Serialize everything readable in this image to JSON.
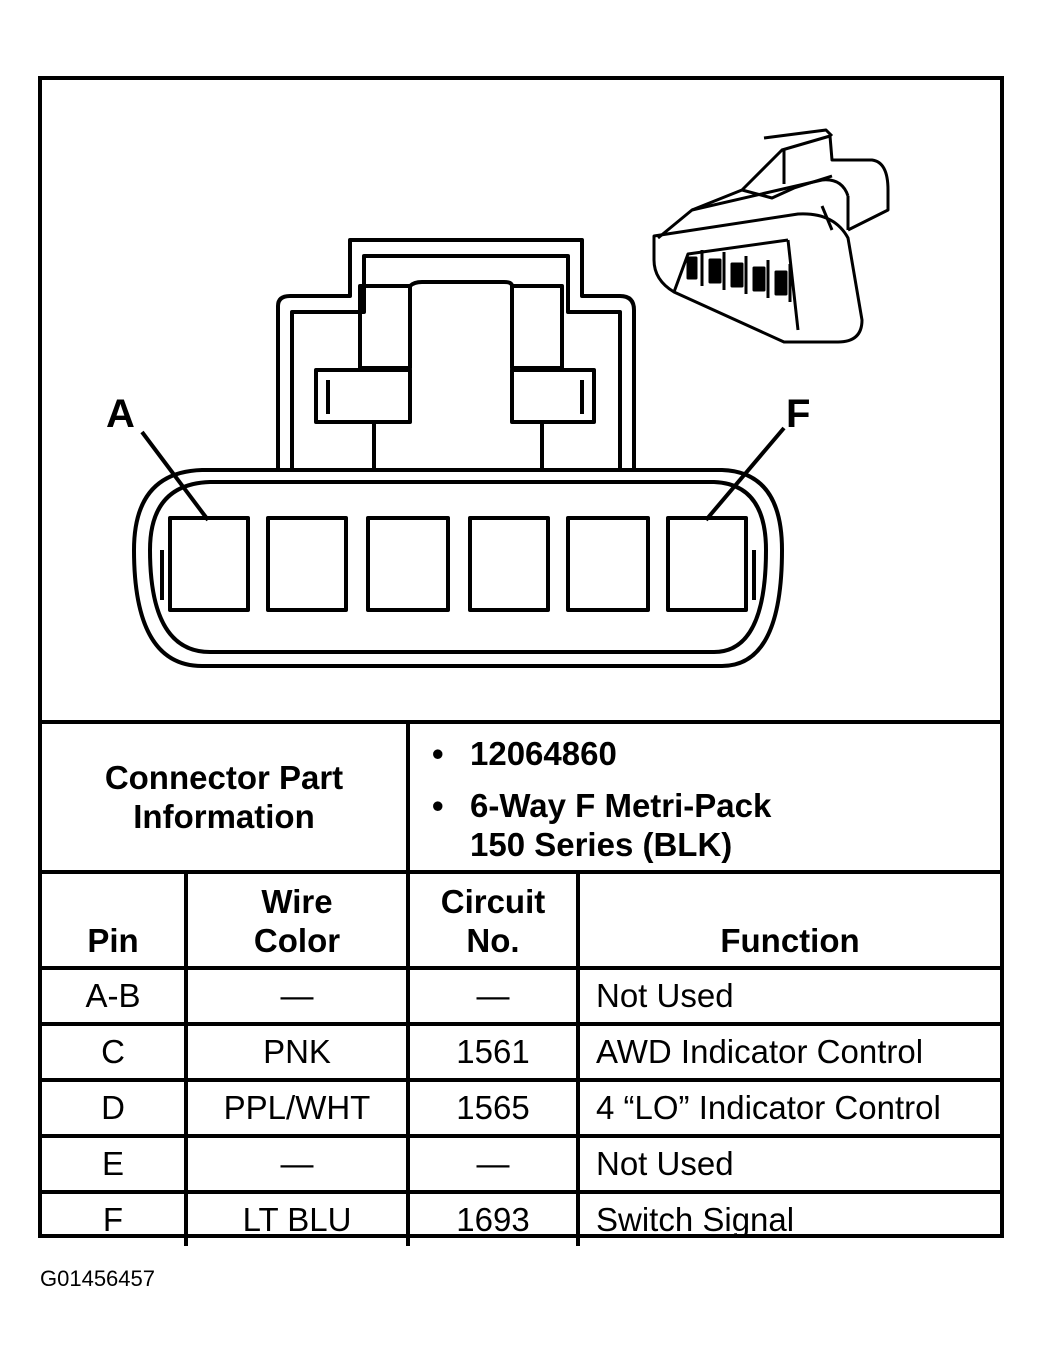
{
  "pin_labels": {
    "left": "A",
    "right": "F"
  },
  "connector_info": {
    "label_line1": "Connector Part",
    "label_line2": "Information",
    "bullet": "•",
    "part_number": "12064860",
    "description_line1": "6-Way F Metri-Pack",
    "description_line2": "150 Series (BLK)"
  },
  "table": {
    "headers": {
      "pin": "Pin",
      "wire_color_line1": "Wire",
      "wire_color_line2": "Color",
      "circuit_line1": "Circuit",
      "circuit_line2": "No.",
      "function": "Function"
    },
    "rows": [
      {
        "pin": "A-B",
        "wire_color": "—",
        "circuit": "—",
        "function": "Not Used"
      },
      {
        "pin": "C",
        "wire_color": "PNK",
        "circuit": "1561",
        "function": "AWD Indicator Control"
      },
      {
        "pin": "D",
        "wire_color": "PPL/WHT",
        "circuit": "1565",
        "function": "4 “LO” Indicator Control"
      },
      {
        "pin": "E",
        "wire_color": "—",
        "circuit": "—",
        "function": "Not Used"
      },
      {
        "pin": "F",
        "wire_color": "LT BLU",
        "circuit": "1693",
        "function": "Switch Signal"
      }
    ]
  },
  "figure_id": "G01456457"
}
